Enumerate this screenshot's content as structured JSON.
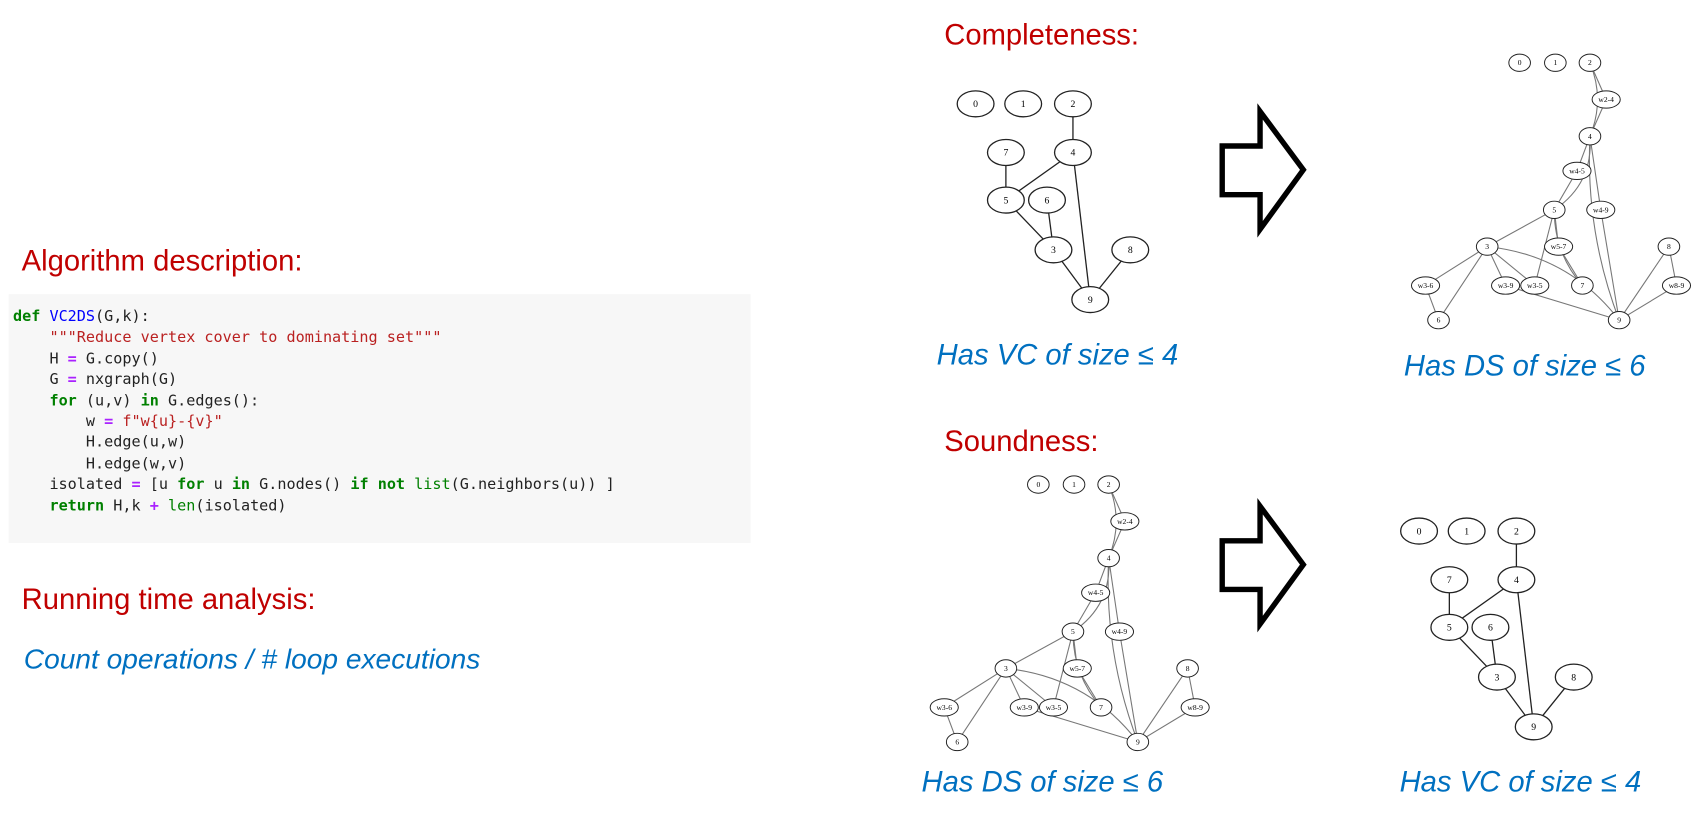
{
  "left": {
    "algorithm_heading": "Algorithm description:",
    "code_lines": [
      [
        {
          "t": "def ",
          "c": "kw"
        },
        {
          "t": "VC2DS",
          "c": "fn"
        },
        {
          "t": "(G,k):",
          "c": "pl"
        }
      ],
      [
        {
          "t": "    ",
          "c": "pl"
        },
        {
          "t": "\"\"\"Reduce vertex cover to dominating set\"\"\"",
          "c": "str"
        }
      ],
      [
        {
          "t": "    H ",
          "c": "pl"
        },
        {
          "t": "=",
          "c": "op"
        },
        {
          "t": " G.copy()",
          "c": "pl"
        }
      ],
      [
        {
          "t": "    G ",
          "c": "pl"
        },
        {
          "t": "=",
          "c": "op"
        },
        {
          "t": " nxgraph(G)",
          "c": "pl"
        }
      ],
      [
        {
          "t": "    ",
          "c": "pl"
        },
        {
          "t": "for",
          "c": "kw"
        },
        {
          "t": " (u,v) ",
          "c": "pl"
        },
        {
          "t": "in",
          "c": "kw"
        },
        {
          "t": " G.edges():",
          "c": "pl"
        }
      ],
      [
        {
          "t": "        w ",
          "c": "pl"
        },
        {
          "t": "=",
          "c": "op"
        },
        {
          "t": " ",
          "c": "pl"
        },
        {
          "t": "f\"w{u}-{v}\"",
          "c": "str"
        }
      ],
      [
        {
          "t": "        H.edge(u,w)",
          "c": "pl"
        }
      ],
      [
        {
          "t": "        H.edge(w,v)",
          "c": "pl"
        }
      ],
      [
        {
          "t": "    isolated ",
          "c": "pl"
        },
        {
          "t": "=",
          "c": "op"
        },
        {
          "t": " [u ",
          "c": "pl"
        },
        {
          "t": "for",
          "c": "kw"
        },
        {
          "t": " u ",
          "c": "pl"
        },
        {
          "t": "in",
          "c": "kw"
        },
        {
          "t": " G.nodes() ",
          "c": "pl"
        },
        {
          "t": "if",
          "c": "kw"
        },
        {
          "t": " ",
          "c": "pl"
        },
        {
          "t": "not",
          "c": "kw"
        },
        {
          "t": " ",
          "c": "pl"
        },
        {
          "t": "list",
          "c": "bi"
        },
        {
          "t": "(G.neighbors(u)) ]",
          "c": "pl"
        }
      ],
      [
        {
          "t": "    ",
          "c": "pl"
        },
        {
          "t": "return",
          "c": "kw"
        },
        {
          "t": " H,k ",
          "c": "pl"
        },
        {
          "t": "+",
          "c": "op"
        },
        {
          "t": " ",
          "c": "pl"
        },
        {
          "t": "len",
          "c": "bi"
        },
        {
          "t": "(isolated)",
          "c": "pl"
        }
      ]
    ],
    "running_time_heading": "Running time analysis:",
    "running_time_text": "Count operations / # loop executions"
  },
  "completeness": {
    "heading": "Completeness:",
    "left_caption": "Has VC of size ≤ 4",
    "right_caption": "Has DS of size ≤ 6"
  },
  "soundness": {
    "heading": "Soundness:",
    "left_caption": "Has DS of size ≤ 6",
    "right_caption": "Has VC of size ≤ 4"
  },
  "graphs": {
    "original": {
      "nodes": [
        "0",
        "1",
        "2",
        "7",
        "4",
        "5",
        "6",
        "3",
        "8",
        "9"
      ],
      "edges": [
        [
          "2",
          "4"
        ],
        [
          "4",
          "5"
        ],
        [
          "7",
          "5"
        ],
        [
          "4",
          "9"
        ],
        [
          "5",
          "3"
        ],
        [
          "6",
          "3"
        ],
        [
          "3",
          "9"
        ],
        [
          "8",
          "9"
        ]
      ]
    },
    "reduced": {
      "nodes": [
        "0",
        "1",
        "2",
        "w2-4",
        "4",
        "w4-5",
        "5",
        "w4-9",
        "3",
        "w5-7",
        "8",
        "w3-6",
        "w3-9",
        "w3-5",
        "7",
        "w8-9",
        "6",
        "9"
      ],
      "edges": [
        [
          "2",
          "w2-4"
        ],
        [
          "w2-4",
          "4"
        ],
        [
          "2",
          "4"
        ],
        [
          "4",
          "w4-5"
        ],
        [
          "w4-5",
          "5"
        ],
        [
          "4",
          "5"
        ],
        [
          "4",
          "w4-9"
        ],
        [
          "w4-9",
          "9"
        ],
        [
          "4",
          "9"
        ],
        [
          "5",
          "3"
        ],
        [
          "3",
          "w3-5"
        ],
        [
          "w3-5",
          "5"
        ],
        [
          "5",
          "w5-7"
        ],
        [
          "w5-7",
          "7"
        ],
        [
          "5",
          "7"
        ],
        [
          "3",
          "w3-6"
        ],
        [
          "w3-6",
          "6"
        ],
        [
          "3",
          "6"
        ],
        [
          "3",
          "w3-9"
        ],
        [
          "w3-9",
          "9"
        ],
        [
          "3",
          "9"
        ],
        [
          "8",
          "w8-9"
        ],
        [
          "w8-9",
          "9"
        ],
        [
          "8",
          "9"
        ]
      ]
    }
  },
  "colors": {
    "heading": "#c00000",
    "caption": "#0070c0"
  }
}
